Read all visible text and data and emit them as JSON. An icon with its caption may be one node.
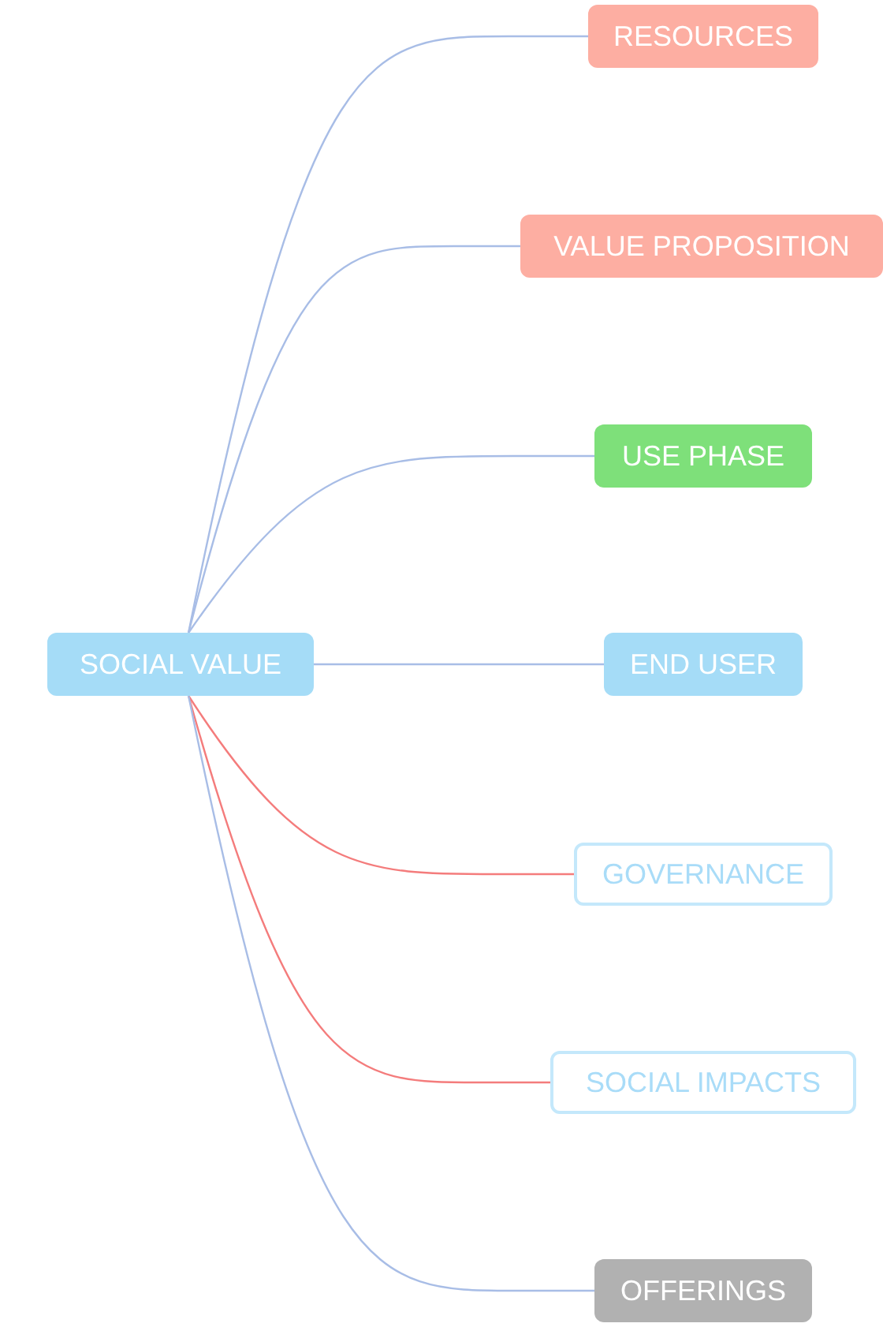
{
  "diagram": {
    "nodes": [
      {
        "text": [
          "SOCIAL VALUE"
        ]
      },
      {
        "text": [
          "RESOURCES"
        ]
      },
      {
        "text": [
          "VALUE PROPOSITION"
        ]
      },
      {
        "text": [
          "USE PHASE"
        ]
      },
      {
        "text": [
          "END USER"
        ]
      },
      {
        "text": [
          "GOVERNANCE"
        ]
      },
      {
        "text": [
          "SOCIAL IMPACTS"
        ]
      },
      {
        "text": [
          "OFFERINGS"
        ]
      }
    ],
    "edges": [
      {
        "from": 0,
        "to": 1,
        "arrow": "none"
      },
      {
        "from": 0,
        "to": 2,
        "arrow": "none"
      },
      {
        "from": 0,
        "to": 3,
        "arrow": "none"
      },
      {
        "from": 0,
        "to": 4,
        "arrow": "none"
      },
      {
        "from": 0,
        "to": 5,
        "arrow": "none",
        "color": "#f47c7c"
      },
      {
        "from": 0,
        "to": 6,
        "arrow": "none",
        "color": "#f47c7c"
      },
      {
        "from": 0,
        "to": 7,
        "arrow": "none"
      }
    ]
  }
}
